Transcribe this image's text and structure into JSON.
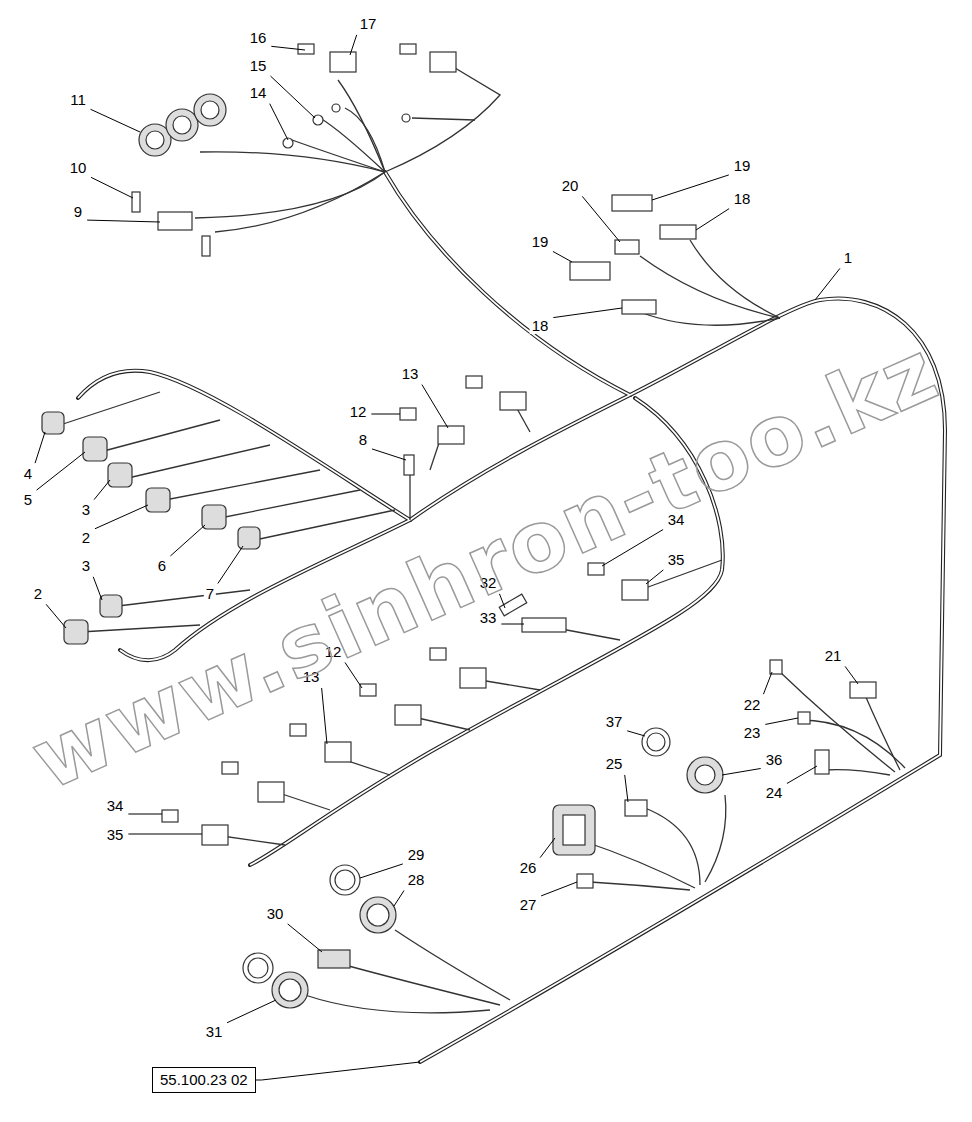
{
  "diagram": {
    "nodes": [
      {
        "text": [
          "55.100.23 02"
        ]
      }
    ],
    "edges": [],
    "labels": [
      "16",
      "17",
      "11",
      "15",
      "14",
      "10",
      "9",
      "20",
      "19",
      "18",
      "19",
      "18",
      "1",
      "13",
      "12",
      "8",
      "4",
      "5",
      "3",
      "2",
      "6",
      "7",
      "3",
      "2",
      "34",
      "32",
      "35",
      "33",
      "12",
      "13",
      "21",
      "22",
      "23",
      "37",
      "25",
      "36",
      "24",
      "34",
      "35",
      "26",
      "27",
      "29",
      "28",
      "30",
      "31",
      "www.sinhron-too.kz"
    ]
  }
}
